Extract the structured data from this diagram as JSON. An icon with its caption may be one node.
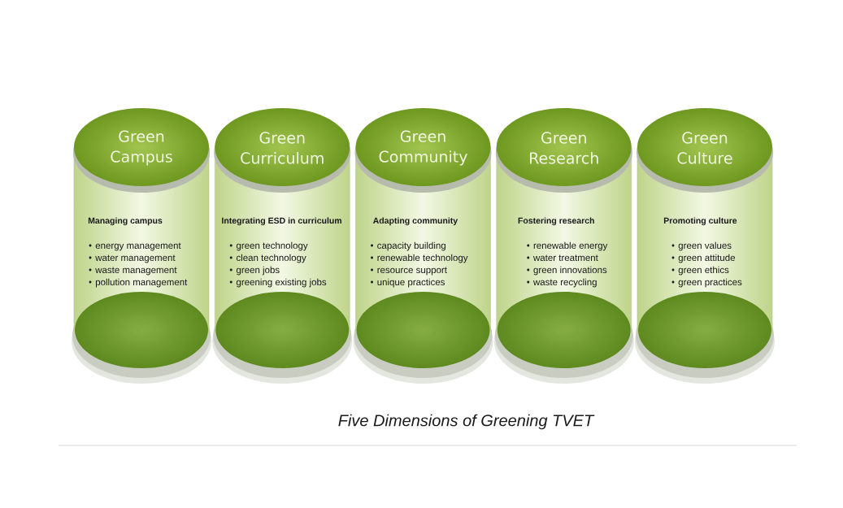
{
  "diagram": {
    "caption": "Five Dimensions of Greening TVET",
    "nodes": [
      {
        "text": [
          "Green Campus",
          "Managing campus",
          "energy management",
          "water management",
          "waste management",
          "pollution management"
        ]
      },
      {
        "text": [
          "Green Curriculum",
          "Integrating ESD in curriculum",
          "green technology",
          "clean technology",
          "green jobs",
          "greening existing jobs"
        ]
      },
      {
        "text": [
          "Green Community",
          "Adapting community",
          "capacity building",
          "renewable technology",
          "resource support",
          "unique practices"
        ]
      },
      {
        "text": [
          "Green Research",
          "Fostering research",
          "renewable energy",
          "water treatment",
          "green innovations",
          "waste recycling"
        ]
      },
      {
        "text": [
          "Green Culture",
          "Promoting culture",
          "green values",
          "green attitude",
          "green ethics",
          "green practices"
        ]
      }
    ]
  }
}
